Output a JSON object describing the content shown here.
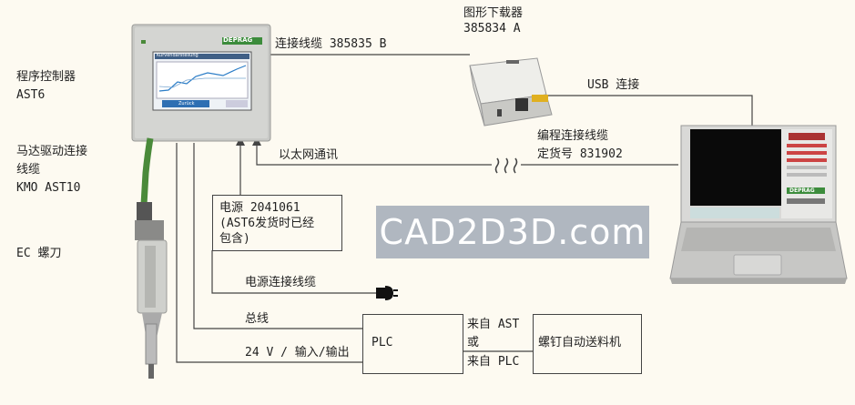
{
  "labels": {
    "controller_name": "程序控制器",
    "controller_model": "AST6",
    "motor_cable_1": "马达驱动连接",
    "motor_cable_2": "线缆",
    "motor_cable_3": "KMO AST10",
    "screwdriver": "EC 螺刀",
    "connection_cable": "连接线缆 385835 B",
    "download_title": "图形下载器",
    "download_model": "385834 A",
    "usb": "USB 连接",
    "ethernet": "以太网通讯",
    "prog_cable_1": "编程连接线缆",
    "prog_cable_2": "定货号 831902",
    "power_1": "电源 2041061",
    "power_2": "(AST6发货时已经",
    "power_3": "包含)",
    "power_cable": "电源连接线缆",
    "bus": "总线",
    "io": "24 V / 输入/输出",
    "plc": "PLC",
    "from_ast": "来自 AST",
    "or": "或",
    "from_plc": "来自 PLC",
    "feeder": "螺钉自动送料机"
  },
  "screen": {
    "brand": "DEPRAG",
    "chart_title": "Kurvendarstellung",
    "ok_button": "Zurück"
  },
  "laptop_brand": "DEPRAG",
  "watermark": "CAD2D3D.com",
  "colors": {
    "background": "#fdfaf1",
    "line": "#444444",
    "cable_green": "#4a8a3a",
    "brand_green": "#3c8c3c",
    "watermark_bg": "#96a0af"
  }
}
